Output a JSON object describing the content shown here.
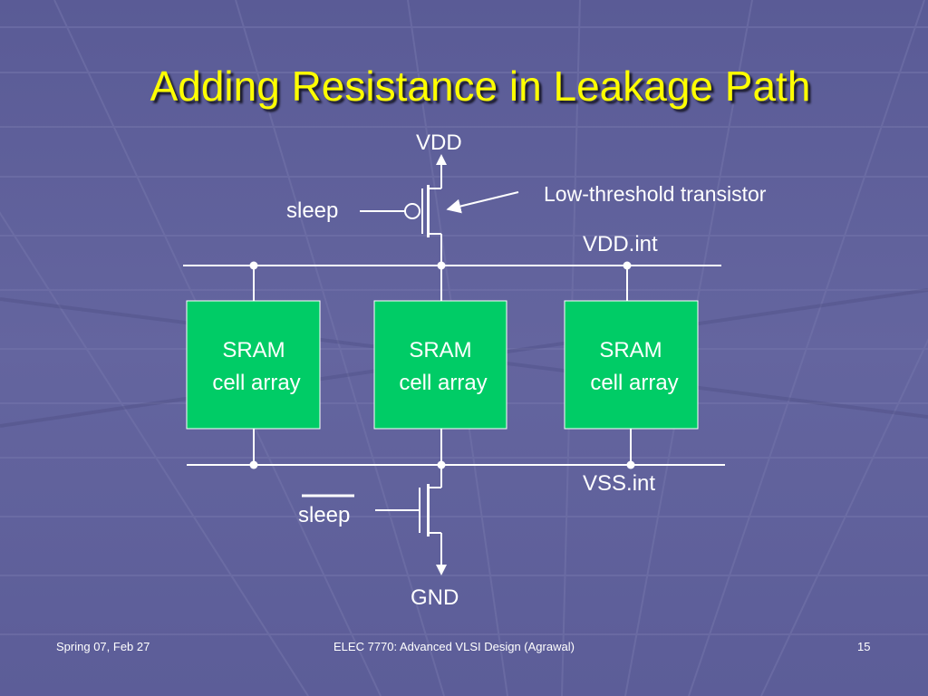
{
  "slide": {
    "title": "Adding Resistance in Leakage Path",
    "background_color": "#5e5f99",
    "title_color": "#ffff00"
  },
  "diagram": {
    "labels": {
      "vdd": "VDD",
      "low_threshold": "Low-threshold transistor",
      "sleep_top": "sleep",
      "vdd_int": "VDD.int",
      "vss_int": "VSS.int",
      "sleep_bottom": "sleep",
      "gnd": "GND"
    },
    "blocks": [
      {
        "line1": "SRAM",
        "line2": "cell array"
      },
      {
        "line1": "SRAM",
        "line2": "cell array"
      },
      {
        "line1": "SRAM",
        "line2": "cell array"
      }
    ],
    "block_color": "#00cc66"
  },
  "footer": {
    "left": "Spring 07, Feb 27",
    "center": "ELEC 7770: Advanced VLSI Design (Agrawal)",
    "page": "15"
  }
}
